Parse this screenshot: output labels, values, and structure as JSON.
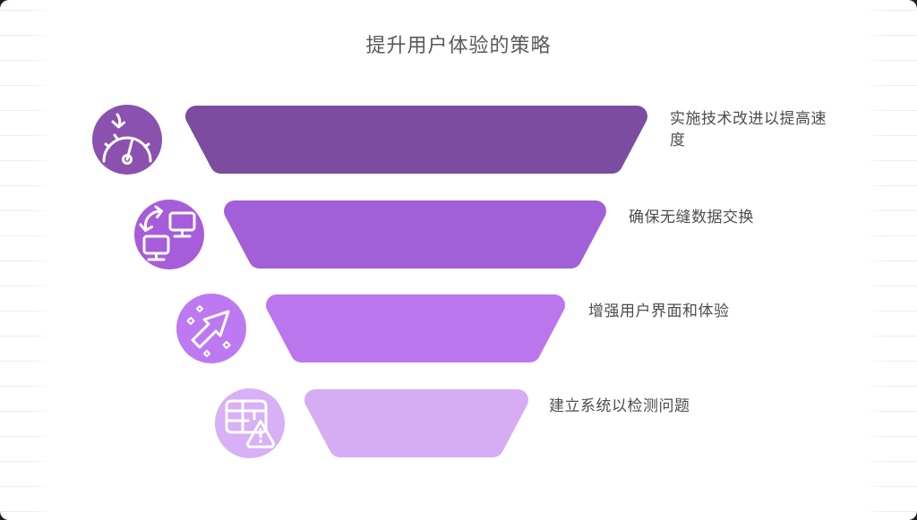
{
  "title": "提升用户体验的策略",
  "chart_data": {
    "type": "funnel",
    "title": "提升用户体验的策略",
    "stages": [
      "实施技术改进以提高速度",
      "确保无缝数据交换",
      "增强用户界面和体验",
      "建立系统以检测问题"
    ],
    "orientation": "top-widest",
    "legend": "none"
  },
  "funnel": {
    "items": [
      {
        "label": "实施技术改进以提高速度",
        "bar_color": "#7b4c9f",
        "icon_color": "#8a51ae",
        "icon": "speedometer-icon"
      },
      {
        "label": "确保无缝数据交换",
        "bar_color": "#a160d8",
        "icon_color": "#a75cda",
        "icon": "data-exchange-icon"
      },
      {
        "label": "增强用户界面和体验",
        "bar_color": "#bb76ee",
        "icon_color": "#bd79f1",
        "icon": "sparkle-arrow-icon"
      },
      {
        "label": "建立系统以检测问题",
        "bar_color": "#d6acf4",
        "icon_color": "#d8b0f5",
        "icon": "table-warning-icon"
      }
    ]
  },
  "colors": {
    "title_text": "#595959",
    "label_text": "#4d4d4d",
    "card_background": "#ffffff",
    "ruled_line": "#ededed",
    "outer_background": "#1e1e1e",
    "icon_stroke": "#ffffff"
  }
}
